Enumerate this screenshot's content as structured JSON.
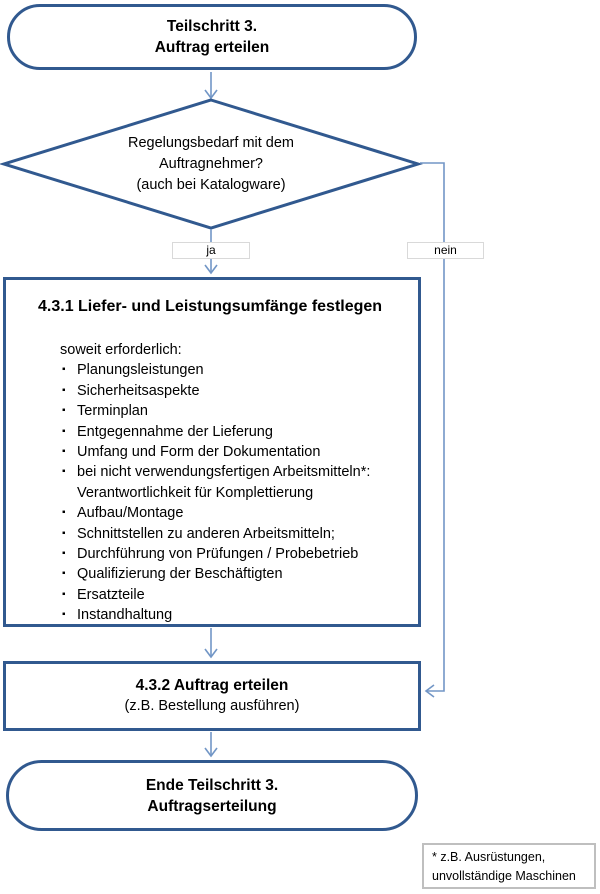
{
  "flowchart": {
    "start": {
      "line1": "Teilschritt 3.",
      "line2": "Auftrag erteilen"
    },
    "decision": {
      "line1": "Regelungsbedarf mit dem",
      "line2": "Auftragnehmer?",
      "line3": "(auch bei Katalogware)"
    },
    "branch_yes": "ja",
    "branch_no": "nein",
    "box431": {
      "title": "4.3.1 Liefer- und Leistungsumfänge festlegen",
      "intro": "soweit erforderlich:",
      "bullet_char": "▪",
      "items": [
        {
          "text": "Planungsleistungen"
        },
        {
          "text": "Sicherheitsaspekte"
        },
        {
          "text": "Terminplan"
        },
        {
          "text": "Entgegennahme der Lieferung"
        },
        {
          "text": "Umfang und Form der Dokumentation"
        },
        {
          "text": "bei nicht verwendungsfertigen Arbeitsmitteln*:"
        },
        {
          "text": "Verantwortlichkeit für Komplettierung"
        },
        {
          "text": "Aufbau/Montage"
        },
        {
          "text": "Schnittstellen zu anderen Arbeitsmitteln;"
        },
        {
          "text": "Durchführung von Prüfungen / Probebetrieb"
        },
        {
          "text": "Qualifizierung der Beschäftigten"
        },
        {
          "text": "Ersatzteile"
        },
        {
          "text": "Instandhaltung"
        }
      ]
    },
    "box432": {
      "line1": "4.3.2 Auftrag erteilen",
      "line2": "(z.B. Bestellung ausführen)"
    },
    "end": {
      "line1": "Ende Teilschritt 3.",
      "line2": "Auftragserteilung"
    },
    "footnote": {
      "line1": "* z.B. Ausrüstungen,",
      "line2": "unvollständige Maschinen"
    }
  },
  "colors": {
    "shape_border": "#31598F",
    "connector": "#7296C6",
    "label_border": "#D9D9D9",
    "note_border": "#BFBFBF",
    "text": "#000000"
  }
}
